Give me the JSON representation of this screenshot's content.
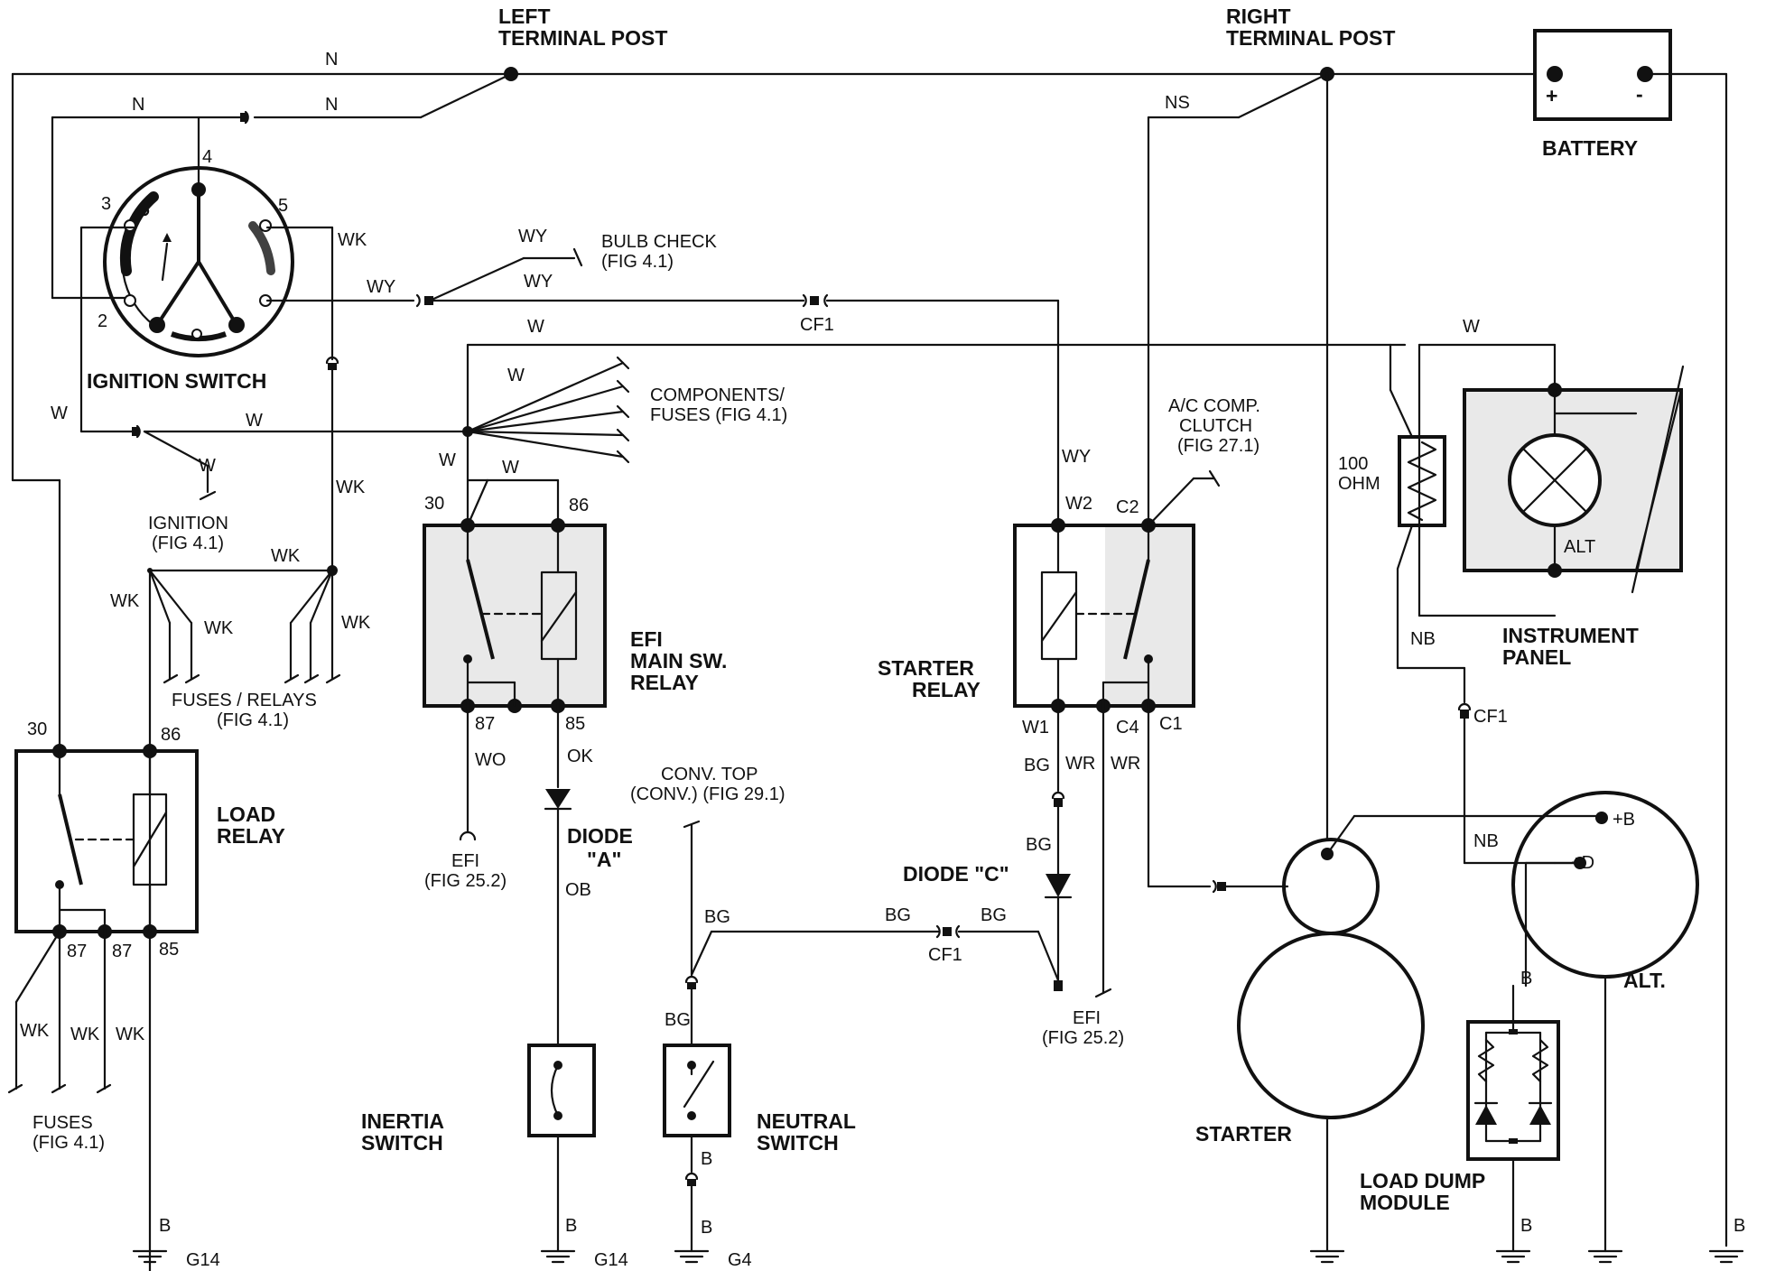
{
  "labels": {
    "left_terminal_1": "LEFT",
    "left_terminal_2": "TERMINAL POST",
    "right_terminal_1": "RIGHT",
    "right_terminal_2": "TERMINAL POST",
    "battery": "BATTERY",
    "ignition_switch": "IGNITION SWITCH",
    "bulb_check_1": "BULB CHECK",
    "bulb_check_2": "(FIG 4.1)",
    "components_1": "COMPONENTS/",
    "components_2": "FUSES (FIG 4.1)",
    "ignition_ref_1": "IGNITION",
    "ignition_ref_2": "(FIG 4.1)",
    "fuses_relays_1": "FUSES / RELAYS",
    "fuses_relays_2": "(FIG 4.1)",
    "efi_relay_1": "EFI",
    "efi_relay_2": "MAIN SW.",
    "efi_relay_3": "RELAY",
    "load_relay_1": "LOAD",
    "load_relay_2": "RELAY",
    "fuses_1": "FUSES",
    "fuses_2": "(FIG 4.1)",
    "efi_ref_1": "EFI",
    "efi_ref_2": "(FIG 25.2)",
    "diode_a_1": "DIODE",
    "diode_a_2": "\"A\"",
    "conv_top_1": "CONV. TOP",
    "conv_top_2": "(CONV.) (FIG 29.1)",
    "starter_relay_1": "STARTER",
    "starter_relay_2": "RELAY",
    "ac_1": "A/C COMP.",
    "ac_2": "CLUTCH",
    "ac_3": "(FIG 27.1)",
    "diode_c": "DIODE \"C\"",
    "efi2_1": "EFI",
    "efi2_2": "(FIG 25.2)",
    "ohm_1": "100",
    "ohm_2": "OHM",
    "alt_lamp": "ALT",
    "instrument_panel_1": "INSTRUMENT",
    "instrument_panel_2": "PANEL",
    "alt": "ALT.",
    "b_plus": "+B",
    "d_plus": "+D",
    "starter": "STARTER",
    "load_dump_1": "LOAD DUMP",
    "load_dump_2": "MODULE",
    "inertia_1": "INERTIA",
    "inertia_2": "SWITCH",
    "neutral_1": "NEUTRAL",
    "neutral_2": "SWITCH"
  },
  "wire_codes": {
    "N": "N",
    "NS": "NS",
    "WK": "WK",
    "WY": "WY",
    "W": "W",
    "CF1": "CF1",
    "WO": "WO",
    "OK": "OK",
    "OB": "OB",
    "BG": "BG",
    "WR": "WR",
    "NB": "NB",
    "B": "B"
  },
  "pins": {
    "p2": "2",
    "p3": "3",
    "p4": "4",
    "p5": "5",
    "p30": "30",
    "p85": "85",
    "p86": "86",
    "p87": "87",
    "W1": "W1",
    "W2": "W2",
    "C1": "C1",
    "C2": "C2",
    "C4": "C4",
    "plus": "+",
    "minus": "-"
  },
  "grounds": {
    "G14": "G14",
    "G4": "G4"
  }
}
